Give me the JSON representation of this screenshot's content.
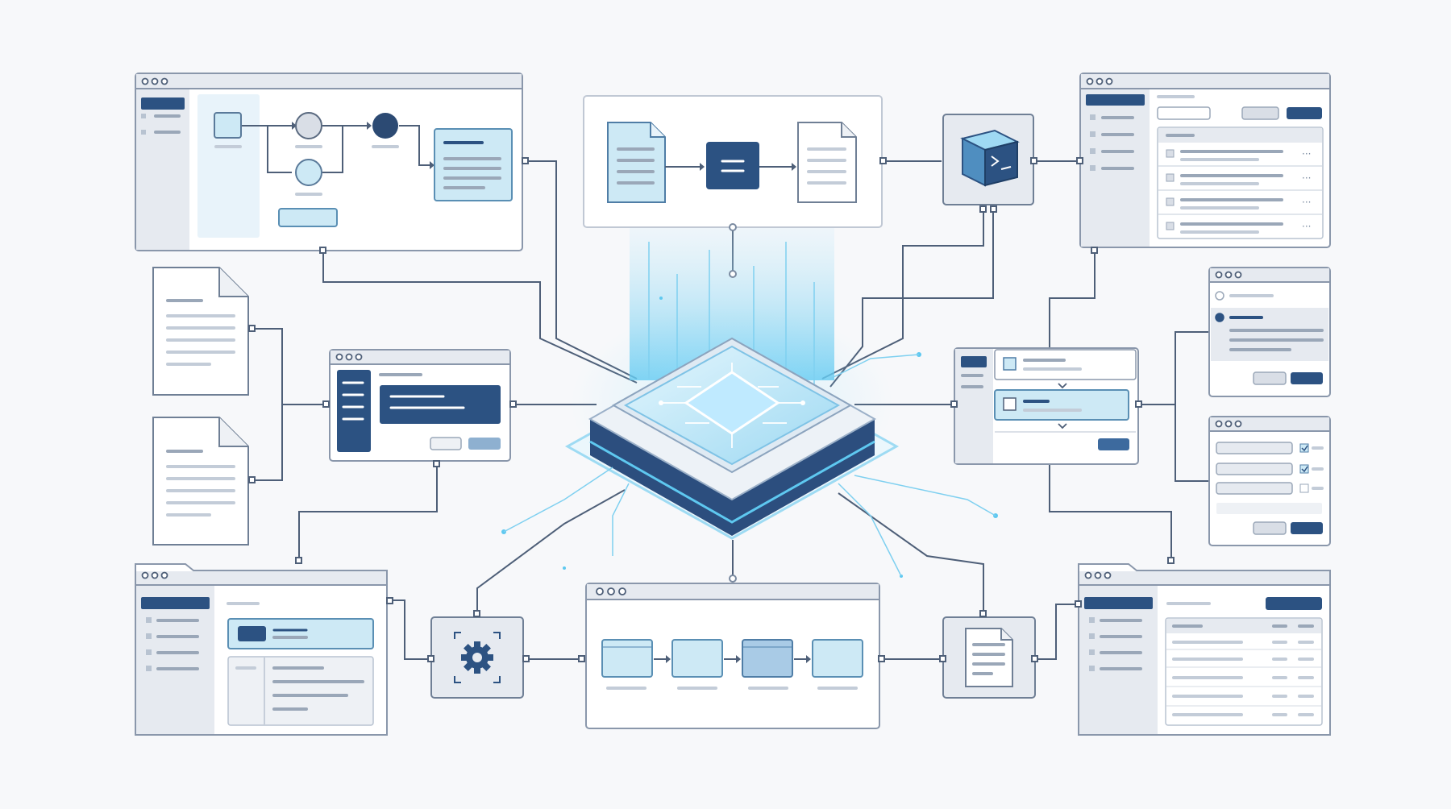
{
  "diagram": {
    "colors": {
      "background": "#f7f8fa",
      "outline": "#4e5f78",
      "window_fill": "#ffffff",
      "panel_gray": "#e6eaf0",
      "accent_light_blue": "#cde9f5",
      "accent_dark_blue": "#2c5282",
      "glow_cyan": "#5ec8f0"
    },
    "central_node": {
      "kind": "processor chip on layered platform",
      "icon": "chip-icon"
    },
    "nodes": [
      {
        "id": "flowchart-window",
        "icon": "flowchart-icon"
      },
      {
        "id": "document-pipeline-panel",
        "icon": "document-convert-icon"
      },
      {
        "id": "terminal-cube",
        "icon": "terminal-icon"
      },
      {
        "id": "list-table-window",
        "icon": "list-icon"
      },
      {
        "id": "document-top-left",
        "icon": "document-icon"
      },
      {
        "id": "document-bottom-left",
        "icon": "document-icon"
      },
      {
        "id": "form-window",
        "icon": "form-icon"
      },
      {
        "id": "stacked-cards-panel",
        "icon": "cards-icon"
      },
      {
        "id": "radio-dialog",
        "icon": "radio-icon"
      },
      {
        "id": "checkbox-form-dialog",
        "icon": "checkbox-icon"
      },
      {
        "id": "tabbed-browser-window",
        "icon": "browser-icon"
      },
      {
        "id": "settings-node",
        "icon": "gear-icon"
      },
      {
        "id": "pipeline-window",
        "icon": "pipeline-icon"
      },
      {
        "id": "document-node",
        "icon": "document-icon"
      },
      {
        "id": "data-table-window",
        "icon": "table-icon"
      }
    ]
  }
}
